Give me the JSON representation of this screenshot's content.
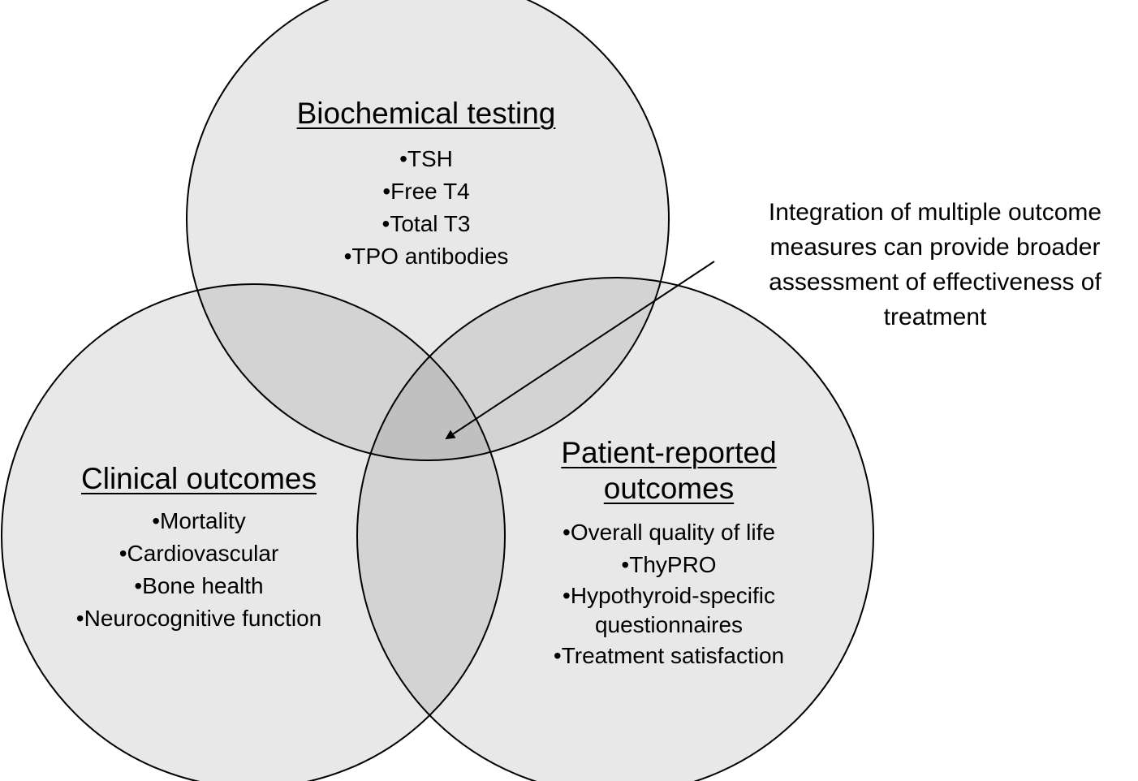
{
  "circles": {
    "biochemical": {
      "title": "Biochemical testing",
      "items": [
        "TSH",
        "Free T4",
        "Total T3",
        "TPO antibodies"
      ]
    },
    "clinical": {
      "title": "Clinical outcomes",
      "items": [
        "Mortality",
        "Cardiovascular",
        "Bone health",
        "Neurocognitive function"
      ]
    },
    "patient": {
      "title_line1": "Patient-reported",
      "title_line2": "outcomes",
      "items": [
        "Overall quality of life",
        "ThyPRO",
        "Hypothyroid-specific",
        "questionnaires",
        "Treatment satisfaction"
      ]
    }
  },
  "annotation": {
    "line1": "Integration of multiple outcome",
    "line2": "measures can provide broader",
    "line3": "assessment of effectiveness of",
    "line4": "treatment"
  },
  "style": {
    "circle_fill": "#e8e8e8",
    "circle_stroke": "#000000",
    "text_color": "#000000"
  }
}
